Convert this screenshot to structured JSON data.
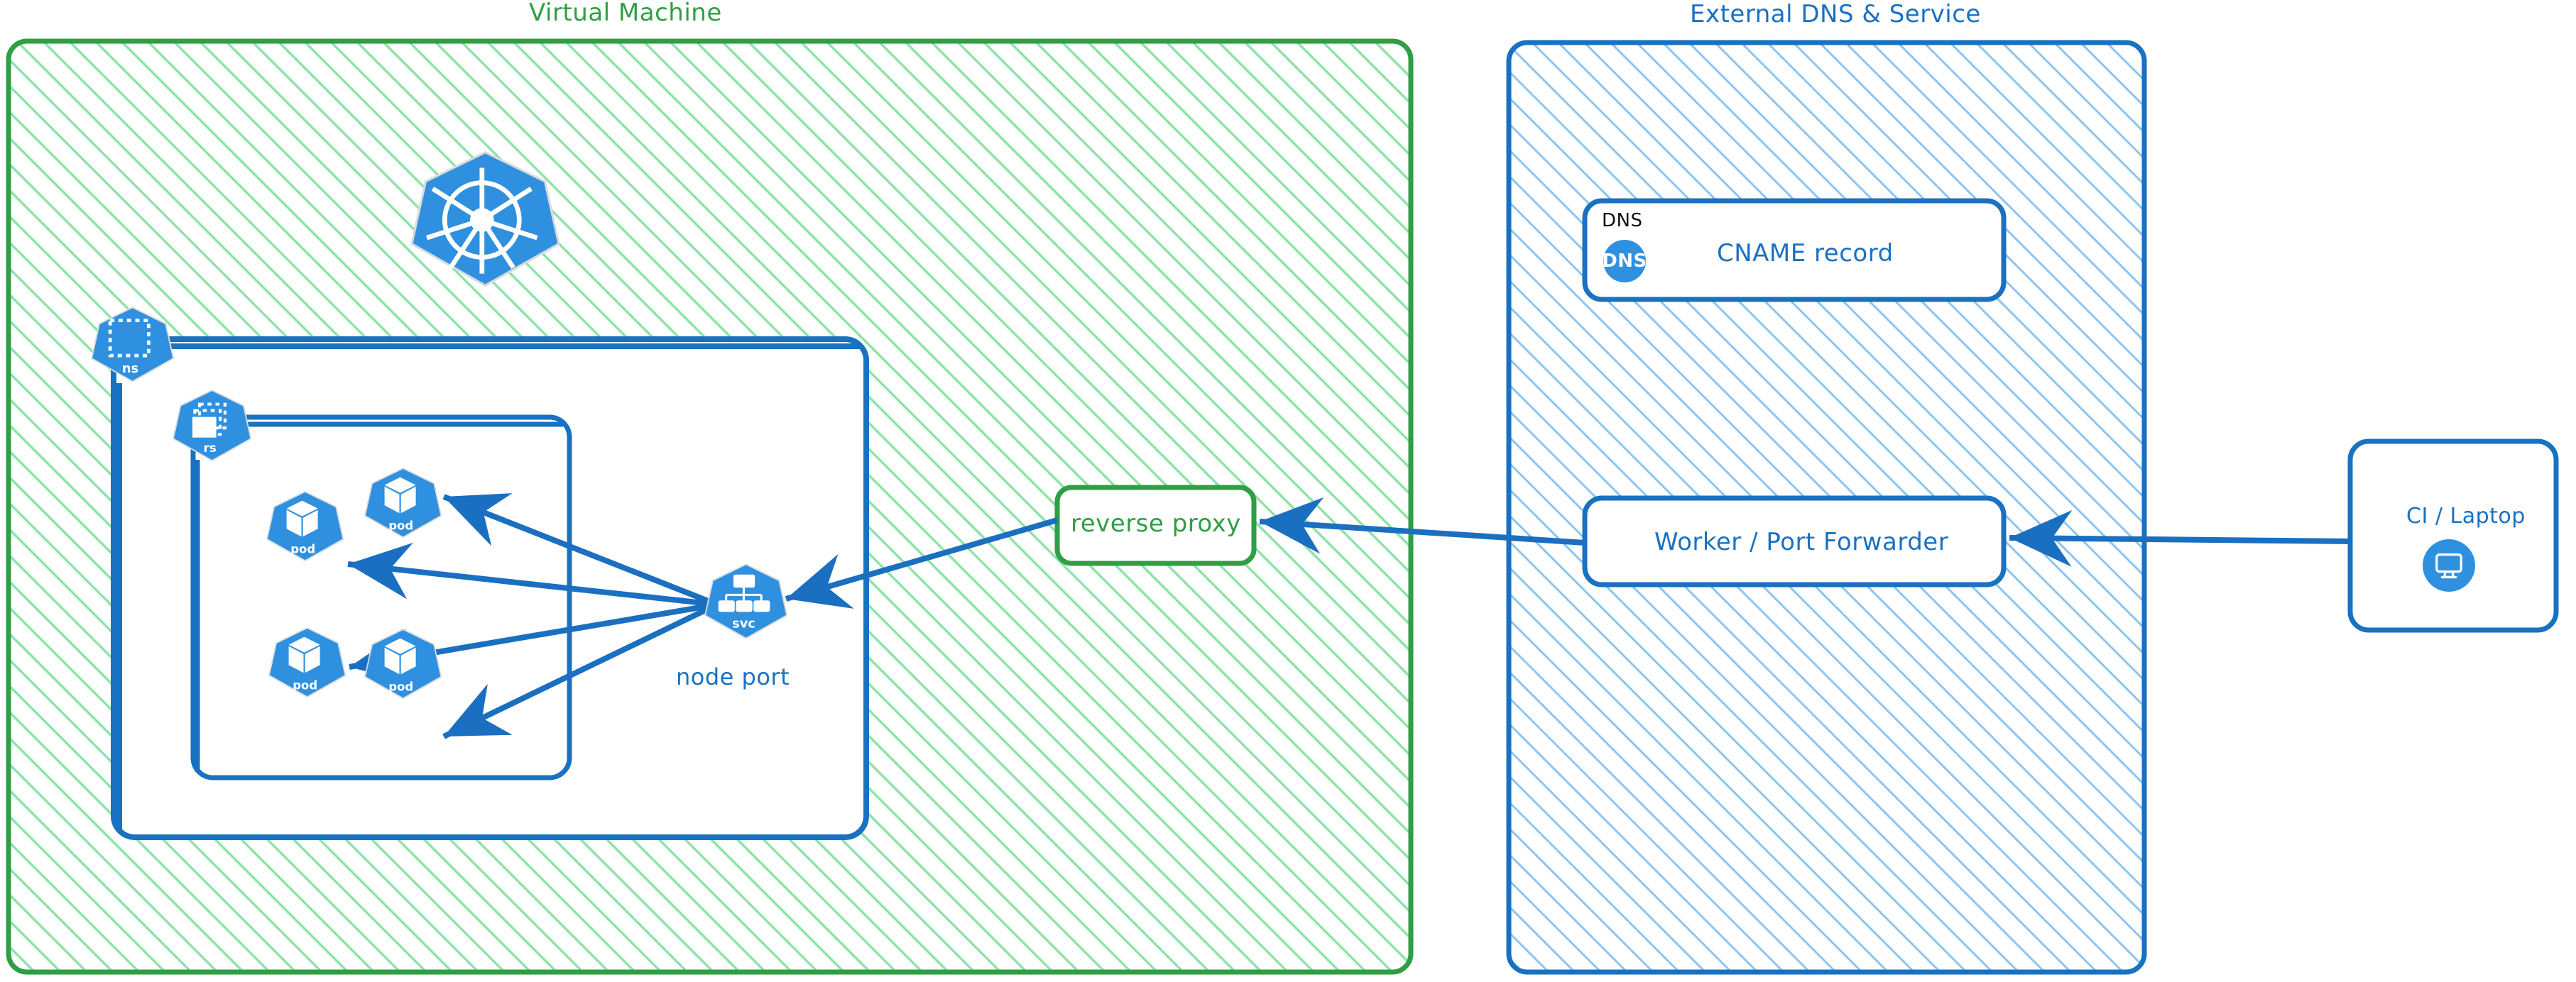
{
  "diagram": {
    "title_left": "Virtual Machine",
    "title_right": "External DNS & Service",
    "colors": {
      "green": "#2f9e44",
      "green_hatch": "#8fe3a8",
      "blue": "#1971c2",
      "blue_hatch": "#8cc5f2",
      "k8s_blue": "#2f90e0",
      "black": "#111111"
    }
  },
  "vm": {
    "label": "Virtual Machine",
    "namespace": {
      "badge": "ns",
      "icon": "namespace-icon"
    },
    "replicaset": {
      "badge": "rs",
      "icon": "replicaset-icon"
    },
    "kubernetes_logo": {
      "icon": "kubernetes-icon"
    },
    "pods": [
      {
        "badge": "pod",
        "icon": "pod-cube-icon"
      },
      {
        "badge": "pod",
        "icon": "pod-cube-icon"
      },
      {
        "badge": "pod",
        "icon": "pod-cube-icon"
      },
      {
        "badge": "pod",
        "icon": "pod-cube-icon"
      }
    ],
    "service": {
      "badge": "svc",
      "icon": "service-tree-icon",
      "caption": "node port"
    },
    "reverse_proxy": {
      "label": "reverse proxy"
    }
  },
  "external": {
    "label": "External DNS & Service",
    "dns_card": {
      "kind_label": "DNS",
      "icon_label": "DNS",
      "icon": "dns-circle-icon",
      "title": "CNAME record"
    },
    "worker": {
      "label": "Worker / Port Forwarder"
    }
  },
  "client": {
    "label": "CI / Laptop",
    "icon": "desktop-monitor-icon"
  },
  "connections": [
    {
      "from": "service",
      "to": "pod-1",
      "direction": "one-way"
    },
    {
      "from": "service",
      "to": "pod-2",
      "direction": "one-way"
    },
    {
      "from": "service",
      "to": "pod-3",
      "direction": "one-way"
    },
    {
      "from": "service",
      "to": "pod-4",
      "direction": "one-way"
    },
    {
      "from": "reverse-proxy",
      "to": "service",
      "direction": "one-way"
    },
    {
      "from": "worker",
      "to": "reverse-proxy",
      "direction": "one-way"
    },
    {
      "from": "ci-laptop",
      "to": "worker",
      "direction": "one-way"
    }
  ]
}
